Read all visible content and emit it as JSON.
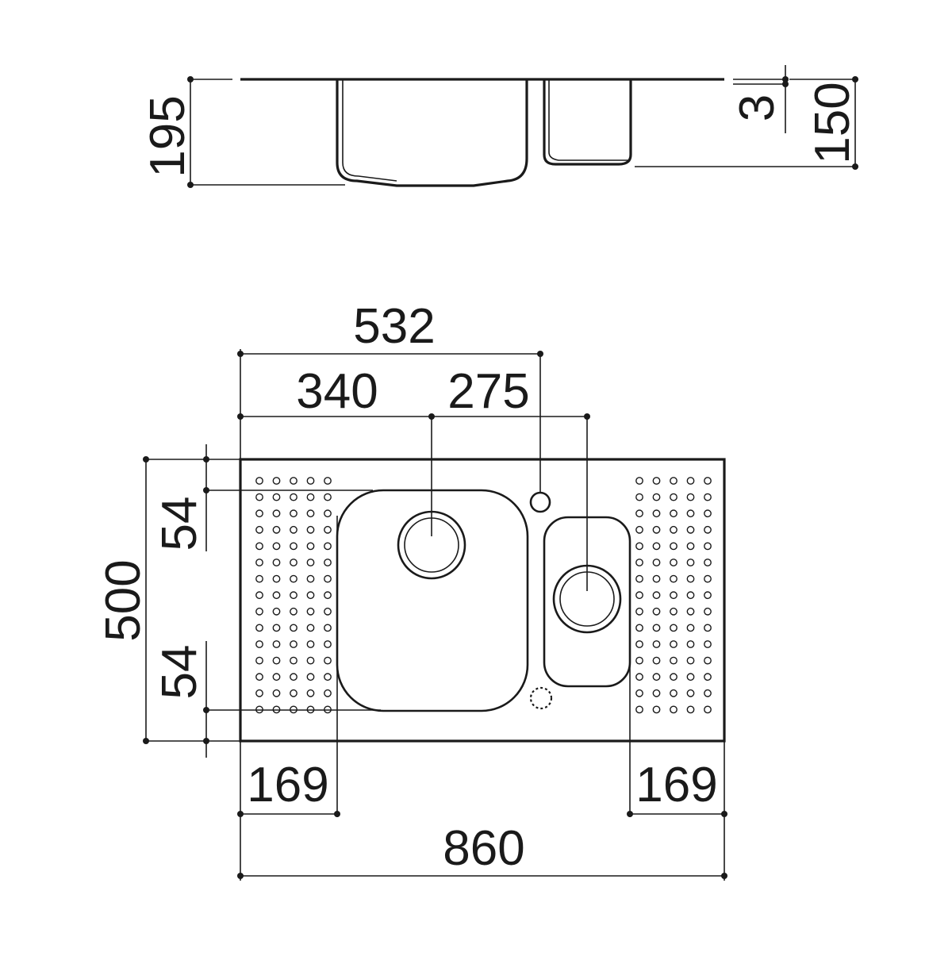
{
  "drawing": {
    "colors": {
      "line": "#1a1a1a",
      "background": "#ffffff"
    },
    "side_view": {
      "total_height": "195",
      "lip_thickness": "3",
      "small_bowl_height": "150"
    },
    "top_view": {
      "tap_to_left_edge": "532",
      "main_drain_to_left": "340",
      "small_drain_offset": "275",
      "depth": "500",
      "bowl_margin_top": "54",
      "bowl_margin_bottom": "54",
      "left_drainer_width": "169",
      "right_drainer_width": "169",
      "overall_width": "860"
    }
  }
}
